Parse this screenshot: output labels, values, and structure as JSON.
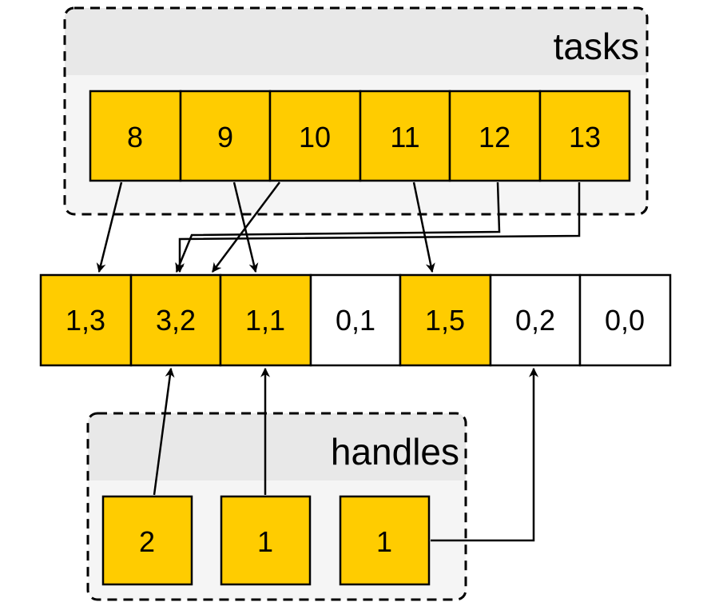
{
  "colors": {
    "filled": "#ffcc00",
    "empty": "#ffffff",
    "stroke": "#000000"
  },
  "tasks": {
    "title": "tasks",
    "cells": [
      "8",
      "9",
      "10",
      "11",
      "12",
      "13"
    ]
  },
  "slots": {
    "cells": [
      {
        "label": "1,3",
        "filled": true
      },
      {
        "label": "3,2",
        "filled": true
      },
      {
        "label": "1,1",
        "filled": true
      },
      {
        "label": "0,1",
        "filled": false
      },
      {
        "label": "1,5",
        "filled": true
      },
      {
        "label": "0,2",
        "filled": false
      },
      {
        "label": "0,0",
        "filled": false
      }
    ]
  },
  "handles": {
    "title": "handles",
    "cells": [
      "2",
      "1",
      "1"
    ]
  }
}
